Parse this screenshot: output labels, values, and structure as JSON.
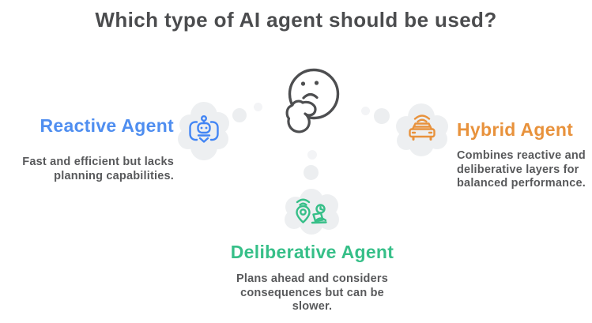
{
  "title": "Which type of AI agent should be used?",
  "center_figure": {
    "icon": "thinking-face"
  },
  "agents": {
    "reactive": {
      "name": "Reactive Agent",
      "description_lines": [
        "Fast and efficient but lacks",
        "planning capabilities."
      ],
      "icon": "robot-book-icon",
      "color": "#4f8ef0"
    },
    "hybrid": {
      "name": "Hybrid Agent",
      "description_lines": [
        "Combines reactive and",
        "deliberative layers for",
        "balanced performance."
      ],
      "icon": "autonomous-car-icon",
      "color": "#e8923c"
    },
    "deliberative": {
      "name": "Deliberative Agent",
      "description_lines": [
        "Plans ahead and considers",
        "consequences but can be",
        "slower."
      ],
      "icon": "planning-navigation-icon",
      "color": "#36bf88"
    }
  },
  "colors": {
    "title_text": "#4b4c4e",
    "body_text": "#58595b",
    "cloud": "#edeff1",
    "reactive_blue": "#4f8ef0",
    "hybrid_orange": "#e8923c",
    "deliberative_green": "#36bf88"
  }
}
